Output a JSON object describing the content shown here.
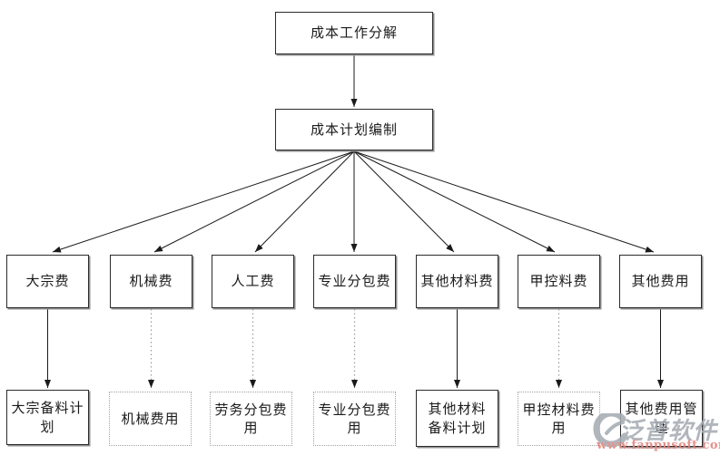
{
  "diagram": {
    "root": {
      "label": "成本工作分解"
    },
    "plan": {
      "label": "成本计划编制"
    },
    "columns": [
      {
        "mid_label": "大宗费",
        "bottom_label": "大宗备料计划",
        "connector_style": "solid",
        "bottom_box_style": "solid"
      },
      {
        "mid_label": "机械费",
        "bottom_label": "机械费用",
        "connector_style": "dotted",
        "bottom_box_style": "dotted"
      },
      {
        "mid_label": "人工费",
        "bottom_label": "劳务分包费用",
        "connector_style": "dotted",
        "bottom_box_style": "dotted"
      },
      {
        "mid_label": "专业分包费",
        "bottom_label": "专业分包费用",
        "connector_style": "dotted",
        "bottom_box_style": "dotted"
      },
      {
        "mid_label": "其他材料费",
        "bottom_label": "其他材料\n备料计划",
        "connector_style": "solid",
        "bottom_box_style": "solid"
      },
      {
        "mid_label": "甲控料费",
        "bottom_label": "甲控材料费用",
        "connector_style": "dotted",
        "bottom_box_style": "dotted"
      },
      {
        "mid_label": "其他费用",
        "bottom_label": "其他费用管理",
        "connector_style": "solid",
        "bottom_box_style": "solid"
      }
    ]
  },
  "watermark": {
    "brand": "泛普软件",
    "url": "www.fanpusoft.com"
  },
  "colors": {
    "background": "#ffffff",
    "box_border": "#2b2b2b",
    "box_shadow": "#8f8f8f",
    "dotted_border": "#a3a3a3",
    "arrow": "#1a1a1a",
    "dotted_line": "#9b9b9b",
    "watermark_gray": "#a7adb5",
    "watermark_red": "#e2837d"
  }
}
